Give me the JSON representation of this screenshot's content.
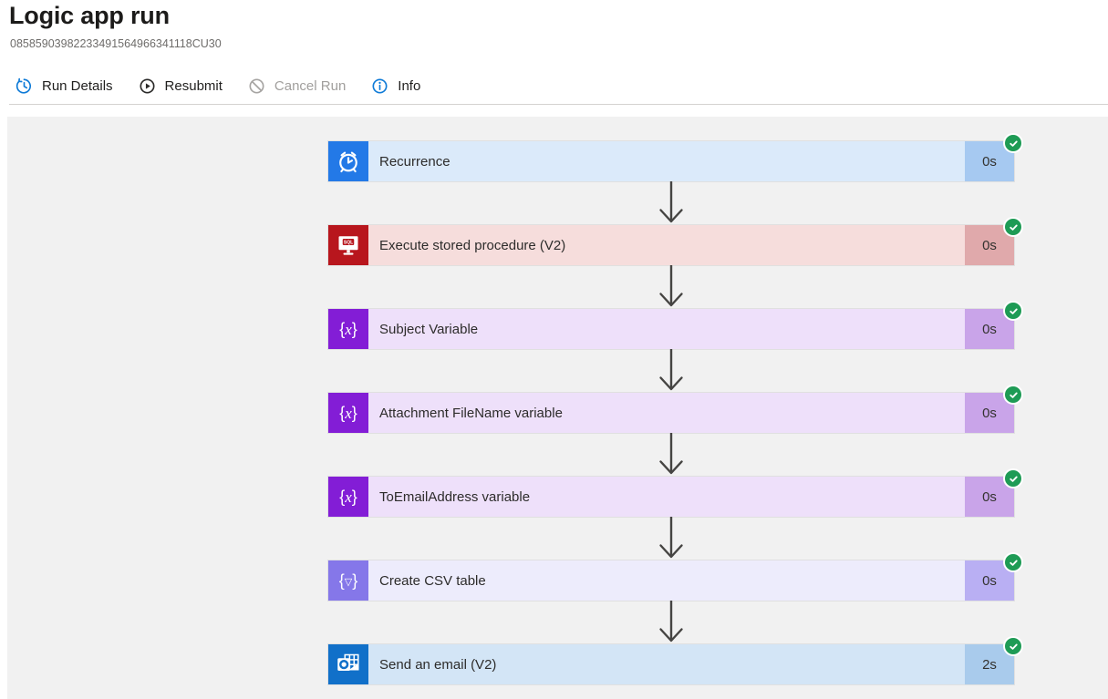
{
  "page": {
    "background": "#ffffff",
    "canvas_background": "#f1f1f1"
  },
  "header": {
    "title": "Logic app run",
    "run_id": "08585903982233491564966341118CU30",
    "toolbar": {
      "items": [
        {
          "label": "Run Details",
          "icon": "run-details-history-icon",
          "enabled": true,
          "icon_color": "#0f7bd7"
        },
        {
          "label": "Resubmit",
          "icon": "resubmit-icon",
          "enabled": true,
          "icon_color": "#2b2a29"
        },
        {
          "label": "Cancel Run",
          "icon": "cancel-run-icon",
          "enabled": false,
          "icon_color": "#a6a4a2"
        },
        {
          "label": "Info",
          "icon": "info-icon",
          "enabled": true,
          "icon_color": "#0f7bd7"
        }
      ]
    }
  },
  "workflow": {
    "connector_color": "#454442",
    "status_badge": {
      "symbol": "check",
      "color": "#1e9b55",
      "meaning": "Succeeded"
    },
    "type_colors": {
      "recurrence": {
        "icon_bg": "#2379e7",
        "body": "#dbeafa",
        "duration": "#a6c9f1"
      },
      "sql": {
        "icon_bg": "#b8161d",
        "body": "#f6dddc",
        "duration": "#e0a9ab"
      },
      "variable": {
        "icon_bg": "#831dd6",
        "body": "#eee0fa",
        "duration": "#c9a4e9"
      },
      "data-operations": {
        "icon_bg": "#8577e9",
        "body": "#edecfc",
        "duration": "#b9aff3"
      },
      "outlook": {
        "icon_bg": "#1170c9",
        "body": "#d3e5f6",
        "duration": "#a9cbec"
      }
    },
    "steps": [
      {
        "name": "Recurrence",
        "duration": "0s",
        "status": "Succeeded",
        "type": "recurrence",
        "icon": "recurrence-clock-icon"
      },
      {
        "name": "Execute stored procedure (V2)",
        "duration": "0s",
        "status": "Succeeded",
        "type": "sql",
        "icon": "sql-server-icon"
      },
      {
        "name": "Subject Variable",
        "duration": "0s",
        "status": "Succeeded",
        "type": "variable",
        "icon": "variable-x-icon"
      },
      {
        "name": "Attachment FileName variable",
        "duration": "0s",
        "status": "Succeeded",
        "type": "variable",
        "icon": "variable-x-icon"
      },
      {
        "name": "ToEmailAddress variable",
        "duration": "0s",
        "status": "Succeeded",
        "type": "variable",
        "icon": "variable-x-icon"
      },
      {
        "name": "Create CSV table",
        "duration": "0s",
        "status": "Succeeded",
        "type": "data-operations",
        "icon": "csv-table-icon"
      },
      {
        "name": "Send an email (V2)",
        "duration": "2s",
        "status": "Succeeded",
        "type": "outlook",
        "icon": "outlook-icon"
      }
    ]
  }
}
